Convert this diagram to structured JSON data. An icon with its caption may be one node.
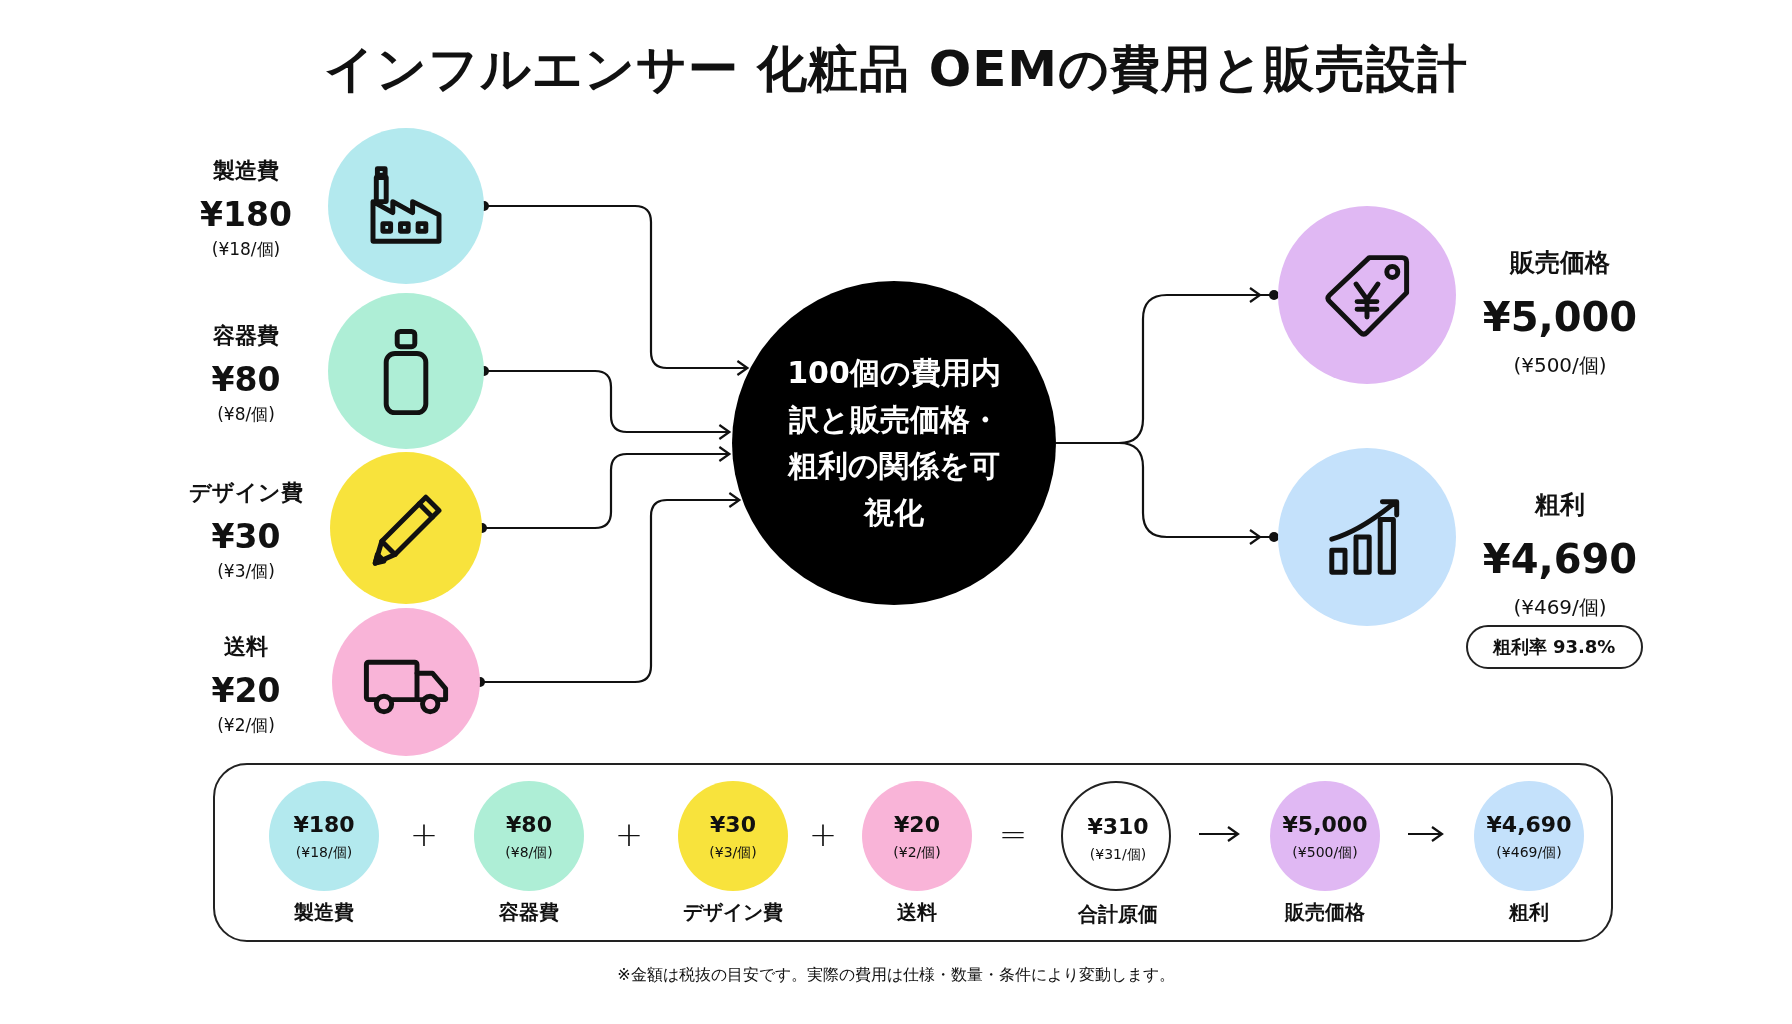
{
  "diagram": {
    "title": "インフルエンサー 化粧品 OEMの費用と販売設計",
    "nodes": [
      {
        "text": [],
        "shape": "circle",
        "beside": [
          "製造費",
          "¥180",
          "(¥18/個)"
        ]
      },
      {
        "text": [],
        "shape": "circle",
        "beside": [
          "容器費",
          "¥80",
          "(¥8/個)"
        ]
      },
      {
        "text": [],
        "shape": "circle",
        "beside": [
          "デザイン費",
          "¥30",
          "(¥3/個)"
        ]
      },
      {
        "text": [],
        "shape": "circle",
        "beside": [
          "送料",
          "¥20",
          "(¥2/個)"
        ]
      },
      {
        "text": [
          "100個の費用内訳と販売価格・粗利の関係を可視化"
        ]
      },
      {
        "text": [],
        "shape": "circle",
        "beside": [
          "販売価格",
          "¥5,000",
          "(¥500/個)"
        ]
      },
      {
        "text": [],
        "shape": "circle",
        "beside": [
          "粗利",
          "¥4,690",
          "(¥469/個)"
        ]
      },
      {
        "text": [
          "粗利率 93.8%"
        ]
      },
      {
        "text": [],
        "shape": "box"
      },
      {
        "text": [
          "¥180",
          "(¥18/個)"
        ],
        "in": 8,
        "beside": [
          "製造費"
        ]
      },
      {
        "text": [
          "¥80",
          "(¥8/個)"
        ],
        "in": 8,
        "beside": [
          "容器費"
        ]
      },
      {
        "text": [
          "¥30",
          "(¥3/個)"
        ],
        "in": 8,
        "beside": [
          "デザイン費"
        ]
      },
      {
        "text": [
          "¥20",
          "(¥2/個)"
        ],
        "in": 8,
        "beside": [
          "送料"
        ]
      },
      {
        "text": [
          "¥310",
          "(¥31/個)"
        ],
        "in": 8,
        "beside": [
          "合計原価"
        ]
      },
      {
        "text": [
          "¥5,000",
          "(¥500/個)"
        ],
        "in": 8,
        "beside": [
          "販売価格"
        ]
      },
      {
        "text": [
          "¥4,690",
          "(¥469/個)"
        ],
        "in": 8,
        "beside": [
          "粗利"
        ]
      }
    ],
    "edges": [
      {
        "from": 0,
        "to": 4,
        "arrow": "to"
      },
      {
        "from": 1,
        "to": 4,
        "arrow": "to"
      },
      {
        "from": 2,
        "to": 4,
        "arrow": "to"
      },
      {
        "from": 3,
        "to": 4,
        "arrow": "to"
      },
      {
        "from": 4,
        "to": 5,
        "arrow": "to"
      },
      {
        "from": 4,
        "to": 6,
        "arrow": "to"
      },
      {
        "from": 13,
        "to": 14,
        "arrow": "to"
      },
      {
        "from": 14,
        "to": 15,
        "arrow": "to"
      }
    ],
    "labels": [
      "+",
      "+",
      "+",
      "=",
      "※金額は税抜の目安です。実際の費用は仕様・数量・条件により変動します。"
    ]
  }
}
